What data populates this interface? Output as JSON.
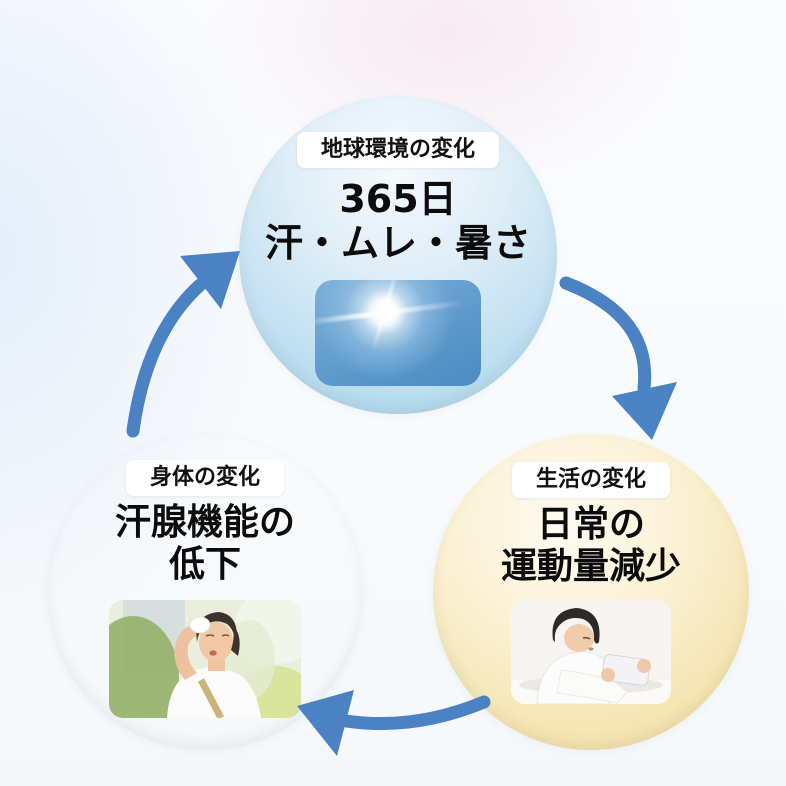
{
  "diagram_type": "cycle",
  "nodes": {
    "environment": {
      "badge": "地球環境の変化",
      "line1": "365日",
      "line2": "汗・ムレ・暑さ",
      "photo": "sun-in-blue-sky"
    },
    "lifestyle": {
      "badge": "生活の変化",
      "line1": "日常の",
      "line2": "運動量減少",
      "photo": "boy-playing-smartphone-game"
    },
    "body": {
      "badge": "身体の変化",
      "line1": "汗腺機能の",
      "line2": "低下",
      "photo": "woman-wiping-sweat-outdoors"
    }
  },
  "arrows": [
    {
      "from": "environment",
      "to": "lifestyle"
    },
    {
      "from": "lifestyle",
      "to": "body"
    },
    {
      "from": "body",
      "to": "environment"
    }
  ],
  "colors": {
    "arrow": "#4a82c4",
    "environment_circle_light": "#f5fafd",
    "environment_circle_dark": "#a8d3ea",
    "lifestyle_circle_light": "#fefbf1",
    "lifestyle_circle_dark": "#efdc9d",
    "body_circle_light": "#fbf0f8",
    "body_circle_dark": "#c8a1d9",
    "badge_background": "#ffffff",
    "text": "#0c0c0c"
  }
}
